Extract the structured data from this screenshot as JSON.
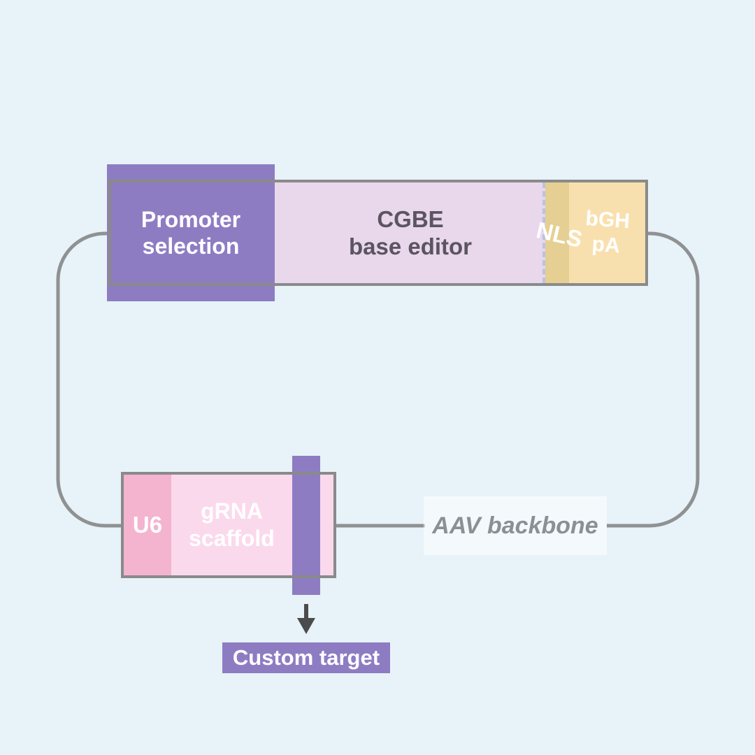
{
  "figure": {
    "top_construct": {
      "promoter": {
        "line1": "Promoter",
        "line2": "selection"
      },
      "editor": {
        "line1": "CGBE",
        "line2": "base editor"
      },
      "nls": "NLS",
      "polya": {
        "line1": "bGH",
        "line2": "pA"
      }
    },
    "grna_construct": {
      "u6": "U6",
      "scaffold": {
        "line1": "gRNA",
        "line2": "scaffold"
      }
    },
    "backbone_label": "AAV backbone",
    "custom_target_label": "Custom target"
  },
  "colors": {
    "background": "#e7f3f8",
    "purple_element": "#8e7cc3",
    "editor_lavender": "#e9d7ec",
    "nls_tan": "#e5cf92",
    "polya_peach": "#f8e0ae",
    "u6_pink": "#f4b3cf",
    "scaffold_pink": "#fbd9ec",
    "outline_gray": "#8a8a8a",
    "backbone_line_gray": "#8f9193",
    "editor_text": "#5a5560",
    "backbone_text": "#8b9095",
    "arrow_dark": "#4b4b4b",
    "dash_separator": "#b9c3e4",
    "label_text_white": "#ffffff"
  }
}
